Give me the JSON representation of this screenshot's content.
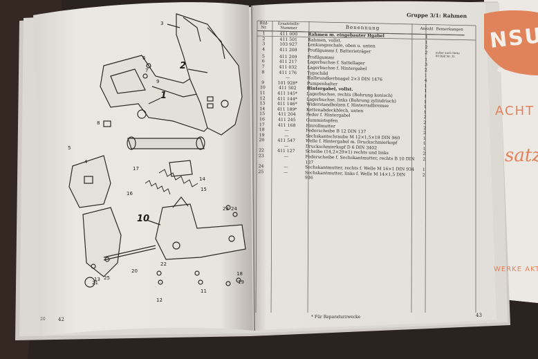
{
  "left_page": {
    "callouts_big": [
      "1",
      "2",
      "10"
    ],
    "callouts_small": [
      "3",
      "4",
      "5",
      "6",
      "7",
      "8",
      "9",
      "11",
      "12",
      "13",
      "14",
      "15",
      "16",
      "17",
      "18",
      "19",
      "20",
      "21",
      "22",
      "23",
      "24",
      "25"
    ],
    "page_number": "42",
    "edge_number": "20"
  },
  "right_page": {
    "group_title": "Gruppe 3/1: Rahmen",
    "columns": {
      "nr": "Bild-Nr.",
      "number": "Ersatzteile-Nummer",
      "name": "Benennung",
      "qty": "Anzahl",
      "remarks": "Bemerkungen"
    },
    "rows": [
      {
        "nr": "1",
        "number": "411 000",
        "name": "Rahmen m. eingebauter Hgabel",
        "qty": "1",
        "bold": true
      },
      {
        "nr": "2",
        "number": "411 501",
        "name": "Rahmen, vollst.",
        "qty": "1"
      },
      {
        "nr": "3",
        "number": "103 927",
        "name": "Lenkungsschale, oben u. unten",
        "qty": "2"
      },
      {
        "nr": "4",
        "number": "411 208",
        "name": "Profilgummi f. Batterieträger",
        "qty": "2",
        "remark": "außer auch Serie 90 Bild Nr. 21"
      },
      {
        "nr": "5",
        "number": "411 209",
        "name": "Profilgummi",
        "qty": "1"
      },
      {
        "nr": "6",
        "number": "411 217",
        "name": "Lagerbuchse f. Sattellager",
        "qty": "3"
      },
      {
        "nr": "7",
        "number": "411 032",
        "name": "Lagerbuchse f. Hintergabel",
        "qty": "2"
      },
      {
        "nr": "8",
        "number": "411 176",
        "name": "Typschild",
        "qty": "1"
      },
      {
        "nr": "",
        "number": "—",
        "name": "Halbrundkerbnagel 2×3 DIN 1476",
        "qty": "4"
      },
      {
        "nr": "9",
        "number": "101 928*",
        "name": "Pumpenhalter",
        "qty": "1"
      },
      {
        "nr": "10",
        "number": "411 502",
        "name": "Hintergabel, vollst.",
        "qty": "1",
        "bold": true
      },
      {
        "nr": "11",
        "number": "411 145*",
        "name": "Lagerbuchse, rechts (Bohrung konisch)",
        "qty": "1"
      },
      {
        "nr": "12",
        "number": "411 144*",
        "name": "Lagerbuchse, links (Bohrung zylindrisch)",
        "qty": "1"
      },
      {
        "nr": "13",
        "number": "411 146*",
        "name": "Widerstandbolzen f. Hinterradbremse",
        "qty": "1"
      },
      {
        "nr": "14",
        "number": "411 189*",
        "name": "Kettenabdeckblech, unten",
        "qty": "1"
      },
      {
        "nr": "15",
        "number": "411 204",
        "name": "Feder f. Hintergabel",
        "qty": "2"
      },
      {
        "nr": "16",
        "number": "411 245",
        "name": "Gummistopfen",
        "qty": "2"
      },
      {
        "nr": "17",
        "number": "411 168",
        "name": "Einrollmutter",
        "qty": "2"
      },
      {
        "nr": "18",
        "number": "—",
        "name": "Federscheibe B 12 DIN 137",
        "qty": "2"
      },
      {
        "nr": "19",
        "number": "—",
        "name": "Sechskantschraube M 12×1,5×18 DIN 960",
        "qty": "1"
      },
      {
        "nr": "20",
        "number": "411 547",
        "name": "Welle f. Hintergabel m. Druckschmierkopf",
        "qty": "1"
      },
      {
        "nr": "",
        "number": "—",
        "name": "Druckschmierkopf D 6 DIN 3402",
        "qty": "1"
      },
      {
        "nr": "22",
        "number": "411 127",
        "name": "Scheibe (14,2×29×1) rechts und links",
        "qty": "2"
      },
      {
        "nr": "23",
        "number": "—",
        "name": "Federscheibe f. Sechskantmutter, rechts B 10 DIN 137",
        "qty": "2"
      },
      {
        "nr": "24",
        "number": "—",
        "name": "Sechskantmutter, rechts f. Welle M 16×1 DIN 934",
        "qty": "1"
      },
      {
        "nr": "25",
        "number": "—",
        "name": "Sechskantmutter, links f. Welle M 14×1,5 DIN 936",
        "qty": "2"
      }
    ],
    "footnote": "* Für Reparaturzwecke",
    "page_number": "43"
  },
  "cover": {
    "logo": "NSU",
    "line1": "ACHT",
    "line2": "satz",
    "line3": "WERKE AKTI"
  },
  "colors": {
    "background": "#2a2320",
    "page": "#e9e6e1",
    "ink": "#2c2925",
    "cover_orange": "#e0825a"
  }
}
